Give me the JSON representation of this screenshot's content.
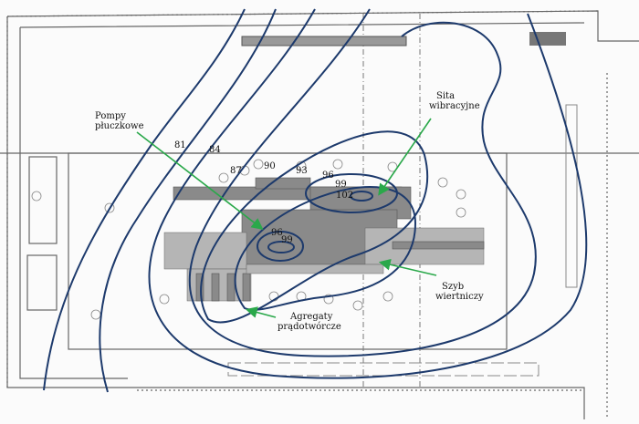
{
  "labels": {
    "pumps": [
      "Pompy",
      "płuczkowe"
    ],
    "shakers": [
      "Sita",
      "wibracyjne"
    ],
    "shaft": [
      "Szyb",
      "wiertniczy"
    ],
    "generators": [
      "Agregaty",
      "prądotwórcze"
    ]
  },
  "contour_levels": [
    "81",
    "84",
    "87",
    "90",
    "93",
    "96",
    "99",
    "102",
    "96",
    "99"
  ],
  "colors": {
    "contour": "#1d3a6c",
    "arrow": "#2aa84a",
    "plan": "#666666"
  }
}
